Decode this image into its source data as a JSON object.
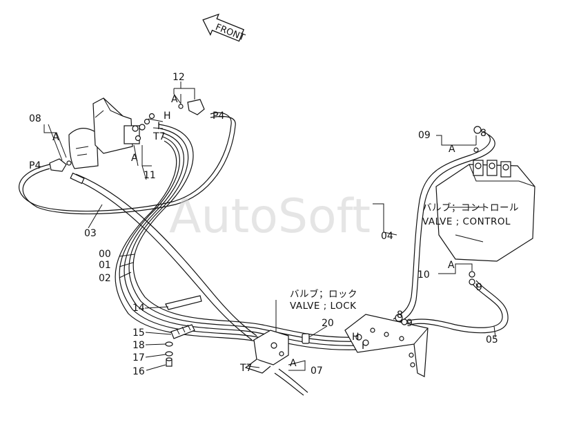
{
  "watermark": "AutoSoft",
  "front_label": "FRONT",
  "labels": {
    "p12": "12",
    "a_top": "A",
    "h_top": "H",
    "i_top": "I",
    "p4_top": "P4",
    "t7_top": "T7",
    "p08": "08",
    "a_left": "A",
    "p4_left": "P4",
    "a_mid": "A",
    "p11": "11",
    "p03": "03",
    "p09": "09",
    "p8_right": "8",
    "a_right_top": "A",
    "p04": "04",
    "p10": "10",
    "a_right_mid": "A",
    "p9_right": "9",
    "p05": "05",
    "p8_low": "8",
    "p9_low": "9",
    "h_low": "H",
    "i_low": "I",
    "p00": "00",
    "p01": "01",
    "p02": "02",
    "p14": "14",
    "p15": "15",
    "p18": "18",
    "p17": "17",
    "p16": "16",
    "p20": "20",
    "t7_low": "T7",
    "a_low": "A",
    "p07": "07"
  },
  "notes": {
    "control_jp": "バルブ；コントロール",
    "control_en": "VALVE ; CONTROL",
    "lock_jp": "バルブ；ロック",
    "lock_en": "VALVE ; LOCK"
  }
}
